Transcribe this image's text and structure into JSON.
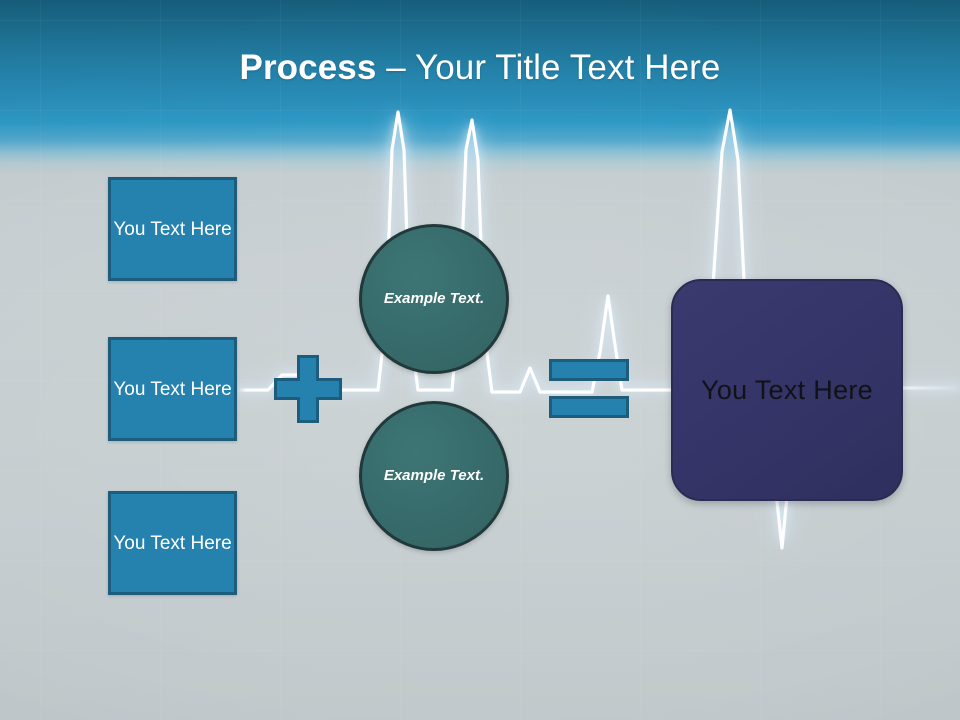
{
  "slide": {
    "title": {
      "strong": "Process",
      "light": " – Your Title Text Here"
    }
  },
  "colors": {
    "title_text": "#ffffff",
    "header_gradient_top": "#17607f",
    "header_gradient_mid": "#2e9ac6",
    "body_background": "#c6ced1",
    "input_box_fill": "#2581ad",
    "input_box_border": "#1c5d7e",
    "circle_fill": "#376b6b",
    "circle_border": "#21393b",
    "result_box_fill": "#333366",
    "result_text": "#111118",
    "ecg_line": "#ffffff"
  },
  "inputs": [
    {
      "text": "You Text Here"
    },
    {
      "text": "You Text Here"
    },
    {
      "text": "You Text Here"
    }
  ],
  "operators": {
    "plus": "+",
    "equals": "="
  },
  "circles": [
    {
      "text": "Example Text."
    },
    {
      "text": "Example Text."
    }
  ],
  "result": {
    "text": "You Text Here"
  }
}
